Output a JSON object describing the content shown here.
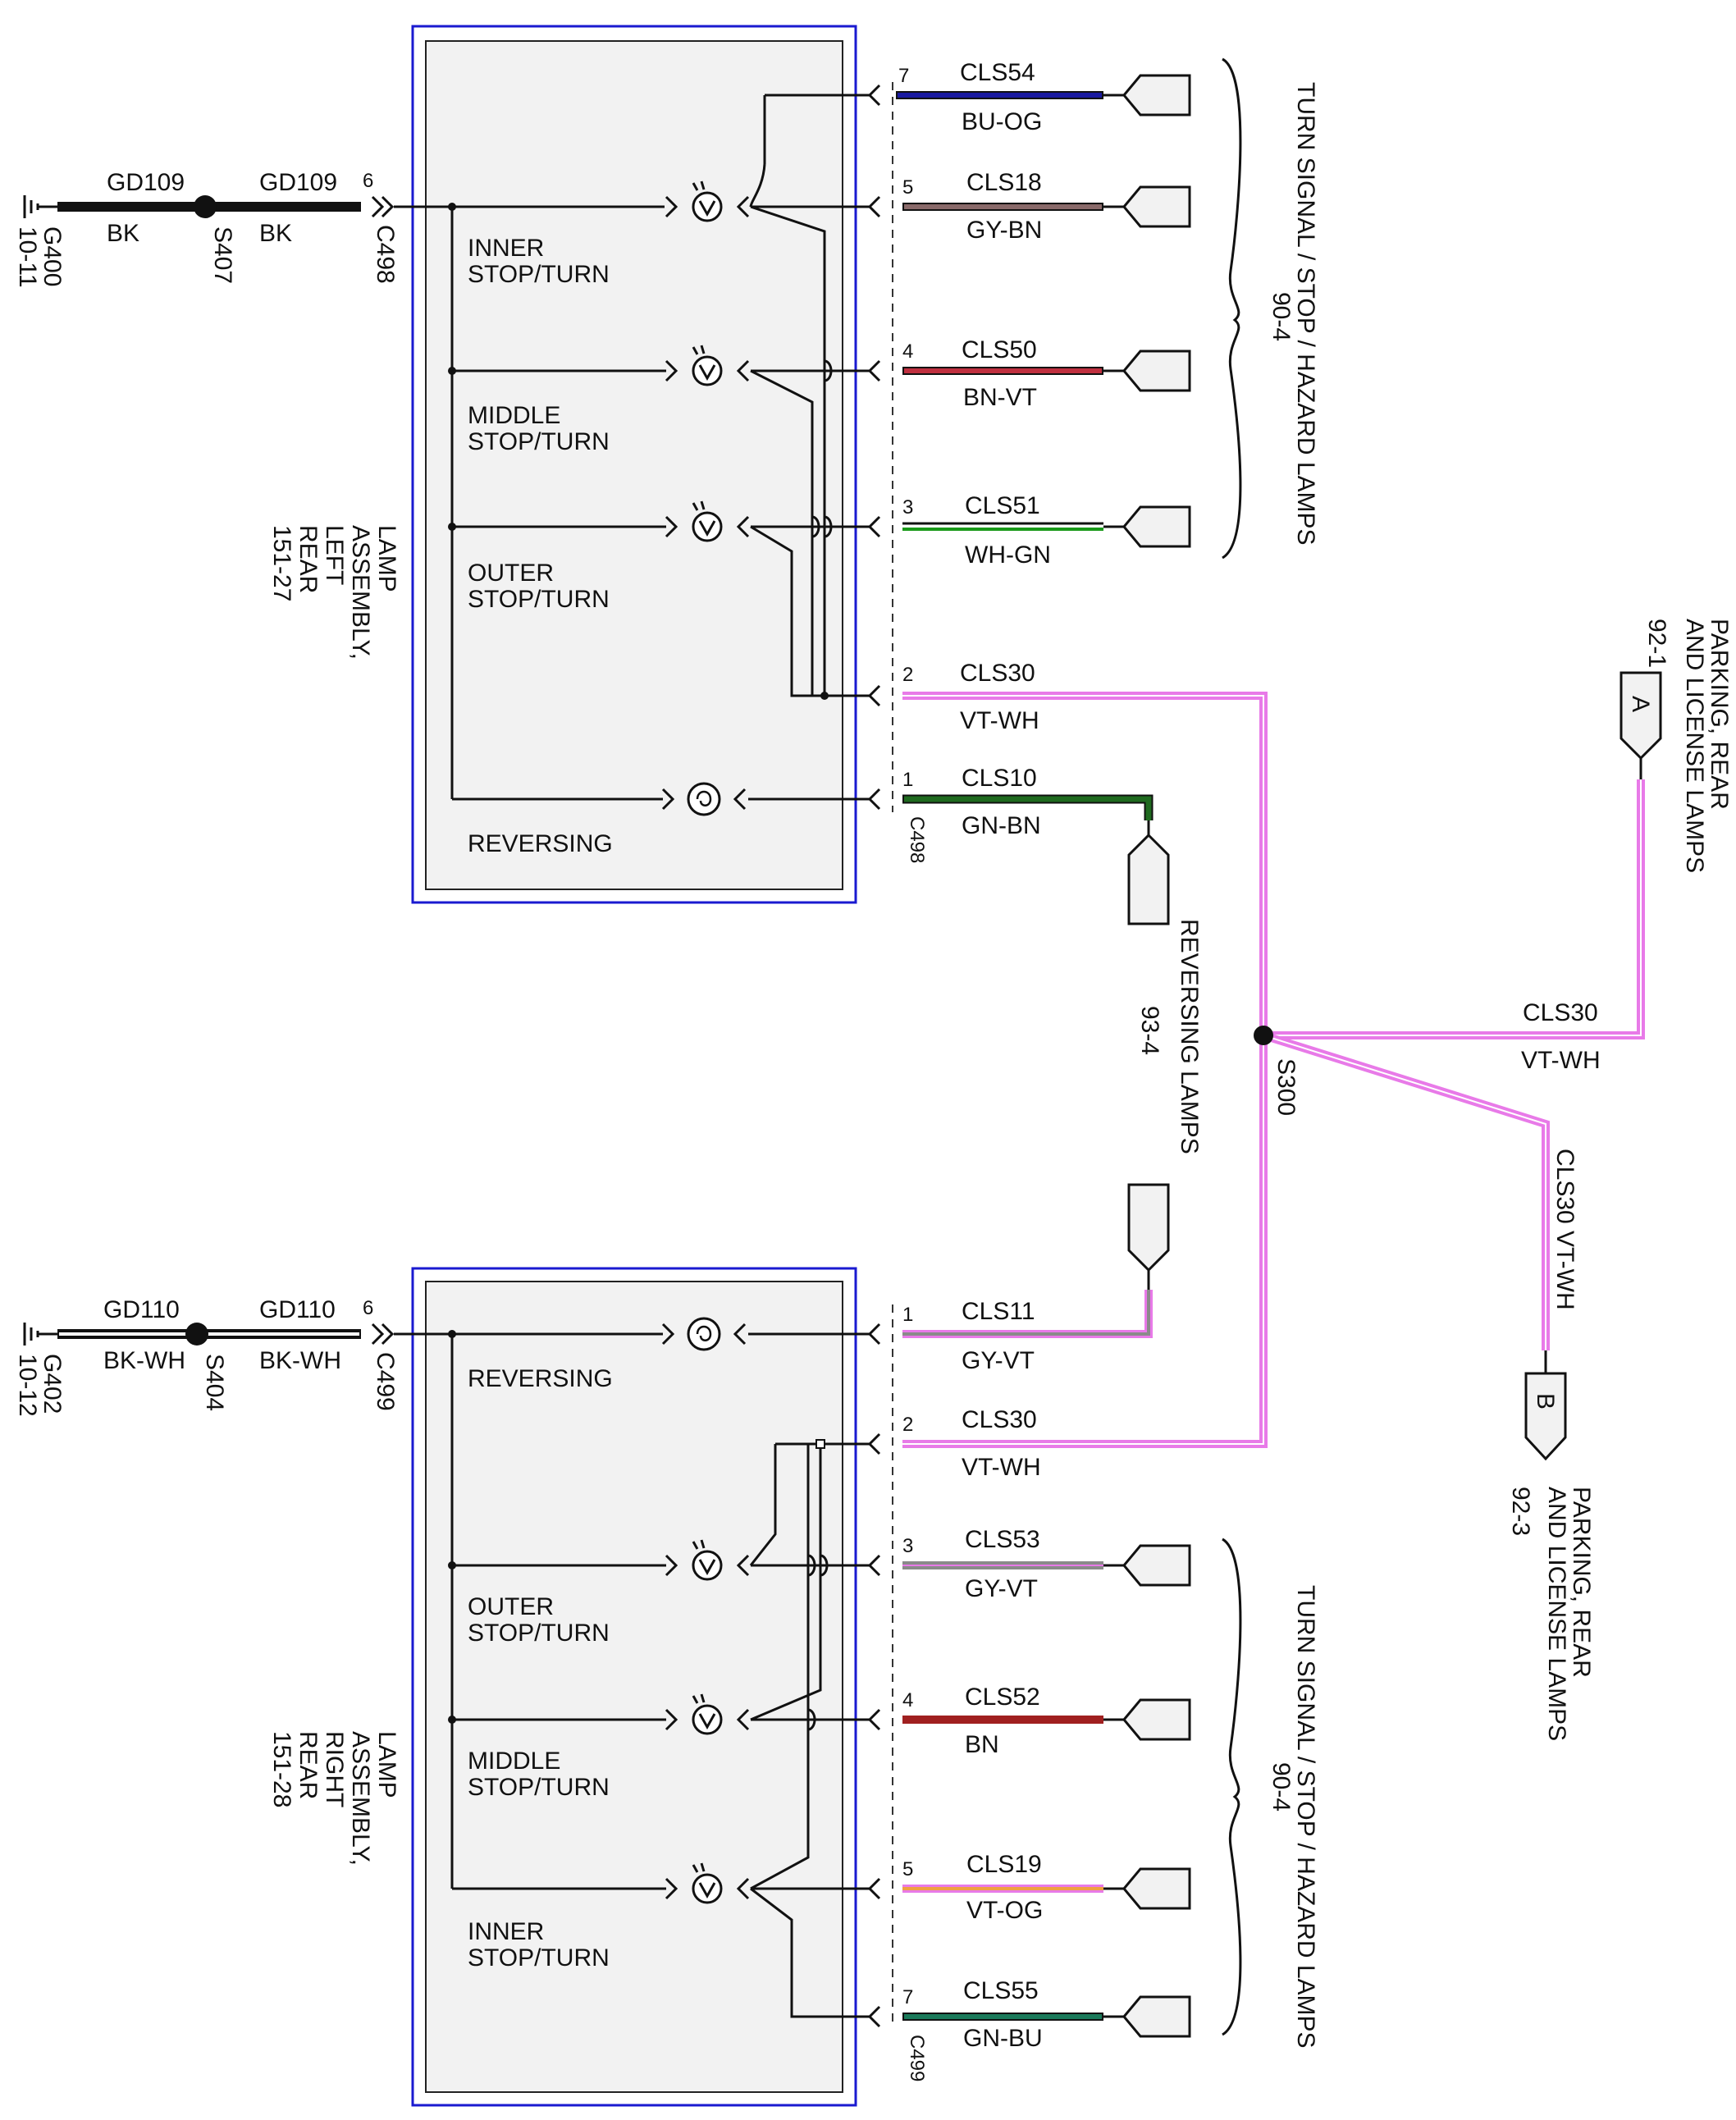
{
  "top_ground": {
    "ground_ref": "G400",
    "ground_page": "10-11",
    "wire_left": {
      "circuit": "GD109",
      "color": "BK"
    },
    "splice": "S407",
    "wire_right": {
      "circuit": "GD109",
      "color": "BK"
    },
    "pin": "6",
    "connector": "C498"
  },
  "bottom_ground": {
    "ground_ref": "G402",
    "ground_page": "10-12",
    "wire_left": {
      "circuit": "GD110",
      "color": "BK-WH"
    },
    "splice": "S404",
    "wire_right": {
      "circuit": "GD110",
      "color": "BK-WH"
    },
    "pin": "6",
    "connector": "C499"
  },
  "left_lamp": {
    "title": [
      "LAMP",
      "ASSEMBLY,",
      "LEFT",
      "REAR",
      "151-27"
    ],
    "connector": "C498",
    "labels": {
      "inner": [
        "INNER",
        "STOP/TURN"
      ],
      "middle": [
        "MIDDLE",
        "STOP/TURN"
      ],
      "outer": [
        "OUTER",
        "STOP/TURN"
      ],
      "reversing": "REVERSING"
    },
    "wires": [
      {
        "pin": "7",
        "circuit": "CLS54",
        "color": "BU-OG"
      },
      {
        "pin": "5",
        "circuit": "CLS18",
        "color": "GY-BN"
      },
      {
        "pin": "4",
        "circuit": "CLS50",
        "color": "BN-VT"
      },
      {
        "pin": "3",
        "circuit": "CLS51",
        "color": "WH-GN"
      },
      {
        "pin": "2",
        "circuit": "CLS30",
        "color": "VT-WH"
      },
      {
        "pin": "1",
        "circuit": "CLS10",
        "color": "GN-BN"
      }
    ]
  },
  "right_lamp": {
    "title": [
      "LAMP",
      "ASSEMBLY,",
      "RIGHT",
      "REAR",
      "151-28"
    ],
    "connector": "C499",
    "labels": {
      "reversing": "REVERSING",
      "outer": [
        "OUTER",
        "STOP/TURN"
      ],
      "middle": [
        "MIDDLE",
        "STOP/TURN"
      ],
      "inner": [
        "INNER",
        "STOP/TURN"
      ]
    },
    "wires": [
      {
        "pin": "1",
        "circuit": "CLS11",
        "color": "GY-VT"
      },
      {
        "pin": "2",
        "circuit": "CLS30",
        "color": "VT-WH"
      },
      {
        "pin": "3",
        "circuit": "CLS53",
        "color": "GY-VT"
      },
      {
        "pin": "4",
        "circuit": "CLS52",
        "color": "BN"
      },
      {
        "pin": "5",
        "circuit": "CLS19",
        "color": "VT-OG"
      },
      {
        "pin": "7",
        "circuit": "CLS55",
        "color": "GN-BU"
      }
    ]
  },
  "references": {
    "turn_top": [
      "TURN SIGNAL / STOP / HAZARD LAMPS",
      "90-4"
    ],
    "turn_bottom": [
      "TURN SIGNAL / STOP / HAZARD LAMPS",
      "90-4"
    ],
    "reversing": [
      "REVERSING LAMPS",
      "93-4"
    ],
    "parking_a": [
      "PARKING, REAR",
      "AND LICENSE LAMPS",
      "92-1"
    ],
    "parking_b": [
      "PARKING, REAR",
      "AND LICENSE LAMPS",
      "92-3"
    ]
  },
  "splice_main": {
    "id": "S300",
    "branch_a": {
      "circuit": "CLS30",
      "color": "VT-WH",
      "tag": "A"
    },
    "branch_b": {
      "circuit": "CLS30",
      "color": "VT-WH",
      "tag": "B"
    }
  },
  "colors": {
    "box_border": "#1a1ad0",
    "box_fill": "#f2f2f2",
    "violet_white": "#e87ae8",
    "blue": "#1a1aa0",
    "brown": "#a02020",
    "gray": "#909090",
    "green": "#1a7a1a",
    "dark_green": "#1f5f1f",
    "orange": "#f0a040"
  }
}
